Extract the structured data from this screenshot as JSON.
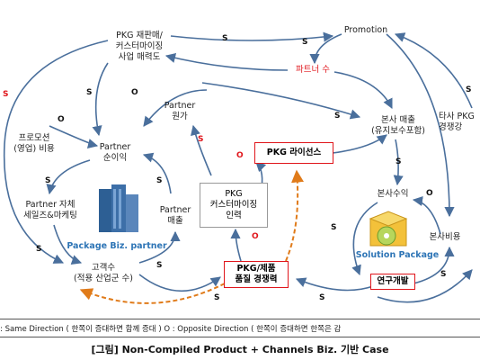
{
  "nodes": {
    "reseller": "PKG 재판매/\n커스터마이징\n사업 매력도",
    "promotion": "Promotion",
    "partner_count": "파트너 수",
    "promo_cost": "프로모션\n(영업) 비용",
    "partner_fee": "Partner\n원가",
    "hq_sales": "본사 매출\n(유지보수포함)",
    "other_pkg": "타사 PKG\n경쟁강",
    "partner_profit": "Partner\n순이익",
    "pkg_license": "PKG 라이선스",
    "partner_sales_mkt": "Partner 자체\n세일즈&마케팅",
    "partner_revenue": "Partner\n매출",
    "pkg_custom": "PKG\n커스터마이징\n인력",
    "hq_profit": "본사수익",
    "hq_cost": "본사비용",
    "package_biz": "Package Biz. partner",
    "solution_package": "Solution Package",
    "customers": "고객수\n(적용 산업군 수)",
    "pkg_quality": "PKG/제품\n품질 경쟁력",
    "rnd": "연구개발"
  },
  "legend": {
    "text": ": Same Direction ( 한쪽이 증대하면 함께 증대 )    O : Opposite Direction ( 한쪽이 증대하면 한쪽은 감"
  },
  "caption": "[그림] Non-Compiled Product + Channels Biz. 기반 Case",
  "marks": {
    "s": "S",
    "o": "O"
  },
  "colors": {
    "arrow": "#4a6f9c",
    "red": "#e0151b",
    "dashed": "#e07b1a",
    "building": "#3d6fa8",
    "package_text": "#2e75b6"
  }
}
